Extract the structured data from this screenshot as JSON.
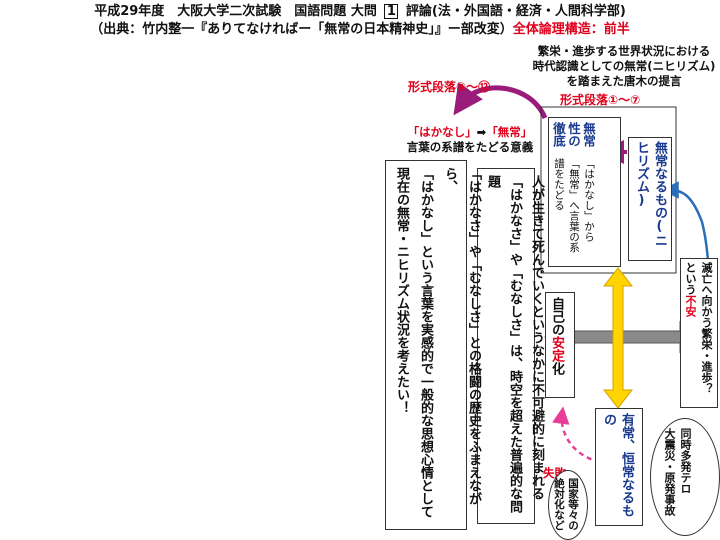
{
  "header": {
    "line1": "平成29年度　大阪大学二次試験　国語問題 大問",
    "num": "1",
    "line1b": "評論(法・外国語・経済・人間科学部)",
    "line2": "（出典：竹内整一『ありてなければー「無常の日本精神史」』ー部改変）",
    "line2_red": "全体論理構造：前半"
  },
  "top_right_note": {
    "l1": "繁栄・進歩する世界状況における",
    "l2": "時代認識としての無常(ニヒリズム)",
    "l3": "を踏まえた唐木の提言"
  },
  "para_labels": {
    "left": "形式段落⑧～⑫",
    "right": "形式段落①～⑦"
  },
  "hakanashi_note": {
    "q1": "「はかなし」",
    "arrow": "➡",
    "q2": "「無常」",
    "l2": "言葉の系譜をたどる意義"
  },
  "boxes": {
    "mujo_tettei": "無常性の徹底",
    "keifu": "「はかなし」から「無常」へ言葉の系譜をたどる",
    "mujo_nihil": "無常なるもの(ニヒリズム)",
    "metsubou_a": "滅亡へ向かう繁栄・進歩？という",
    "metsubou_b": "不安",
    "jiko_a": "自己の",
    "jiko_b": "安定",
    "jiko_c": "化",
    "ujo": "有常、恒常なるもの",
    "center_col1": "人が生きて死んでいくというなかに不可避的に刻まれる",
    "center_col2": "「はかなさ」や「むなしさ」は、時空を超えた普遍的な問題",
    "left_col1": "「はかなさ」や「むなしさ」との格闘の歴史をふまえながら、",
    "left_col2": "「はかなし」という言葉を実感的で一般的な思想心情として",
    "left_col3": "現在の無常・ニヒリズム状況を考えたい！"
  },
  "clouds": {
    "shippai": "失敗",
    "kokka": "国家等々の絶対化など",
    "douji_a": "同時多発テロ",
    "douji_b": "大震災・原発事故"
  },
  "colors": {
    "accent_red": "#e0001b",
    "arrow_gold": "#ffd400",
    "arrow_gray": "#8a8a8a",
    "purple": "#9b1b7a",
    "blue": "#1a3a8f",
    "curve_blue": "#2a6fb8",
    "magenta": "#e83e9a"
  }
}
